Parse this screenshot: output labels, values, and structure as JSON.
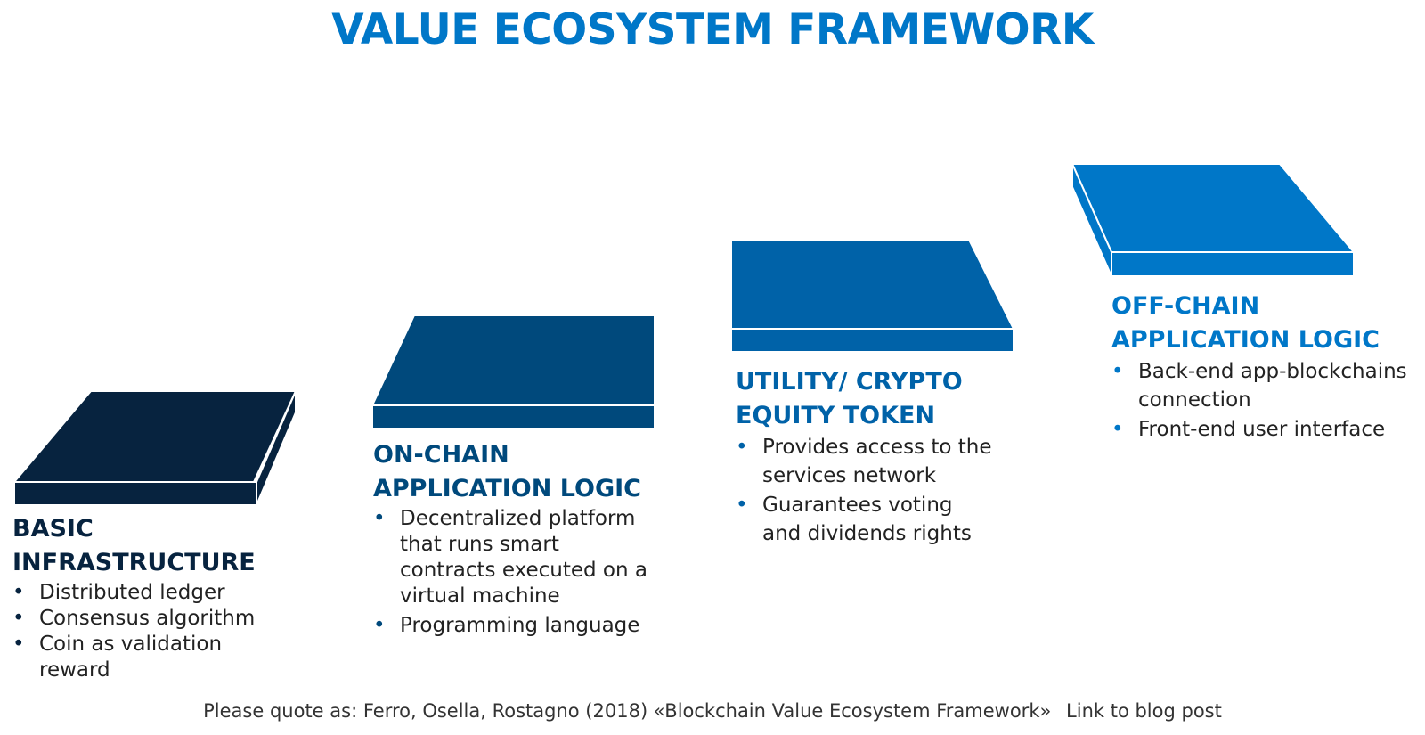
{
  "title": "VALUE ECOSYSTEM FRAMEWORK",
  "colors": {
    "title": "#0077C8",
    "layer_1": "#07233F",
    "layer_2": "#00497C",
    "layer_3": "#0062A8",
    "layer_4": "#0077C8",
    "text": "#222222"
  },
  "layers": [
    {
      "title_lines": [
        "BASIC",
        "INFRASTRUCTURE"
      ],
      "bullets": [
        "Distributed ledger",
        "Consensus algorithm",
        "Coin as validation reward"
      ]
    },
    {
      "title_lines": [
        "ON-CHAIN",
        "APPLICATION LOGIC"
      ],
      "bullets": [
        "Decentralized platform that runs smart contracts executed on a virtual machine",
        "Programming language"
      ]
    },
    {
      "title_lines": [
        "UTILITY/ CRYPTO",
        "EQUITY TOKEN"
      ],
      "bullets": [
        "Provides access to the services network",
        "Guarantees voting and dividends rights"
      ]
    },
    {
      "title_lines": [
        "OFF-CHAIN",
        "APPLICATION LOGIC"
      ],
      "bullets": [
        "Back-end app-blockchains connection",
        "Front-end user interface"
      ]
    }
  ],
  "footer": {
    "citation": "Please quote as: Ferro, Osella, Rostagno (2018) «Blockchain Value Ecosystem Framework»",
    "link_label": "Link to blog post"
  }
}
